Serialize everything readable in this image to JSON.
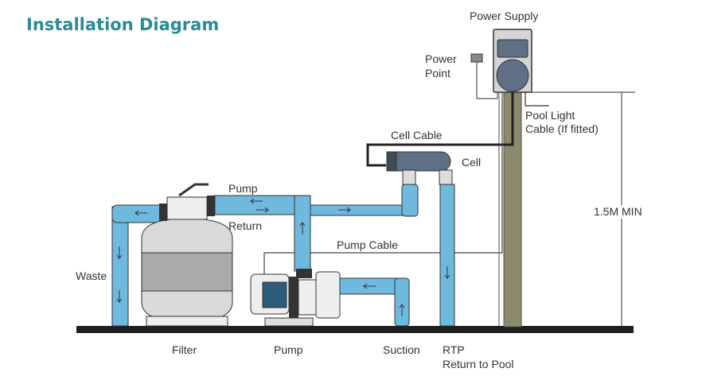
{
  "title": "Installation Diagram",
  "labels": {
    "power_supply": "Power Supply",
    "power_point_line1": "Power",
    "power_point_line2": "Point",
    "pool_light_line1": "Pool Light",
    "pool_light_line2": "Cable (If fitted)",
    "cell_cable": "Cell Cable",
    "cell": "Cell",
    "pump_top": "Pump",
    "return": "Return",
    "pump_cable": "Pump Cable",
    "waste": "Waste",
    "height": "1.5M MIN",
    "filter": "Filter",
    "pump": "Pump",
    "suction": "Suction",
    "rtp": "RTP",
    "return_to_pool": "Return to Pool"
  },
  "colors": {
    "title": "#2a8a96",
    "pipe": "#6fb8de",
    "post": "#8c8a6c",
    "ground": "#1e1e1e",
    "device": "#5f6f86"
  }
}
